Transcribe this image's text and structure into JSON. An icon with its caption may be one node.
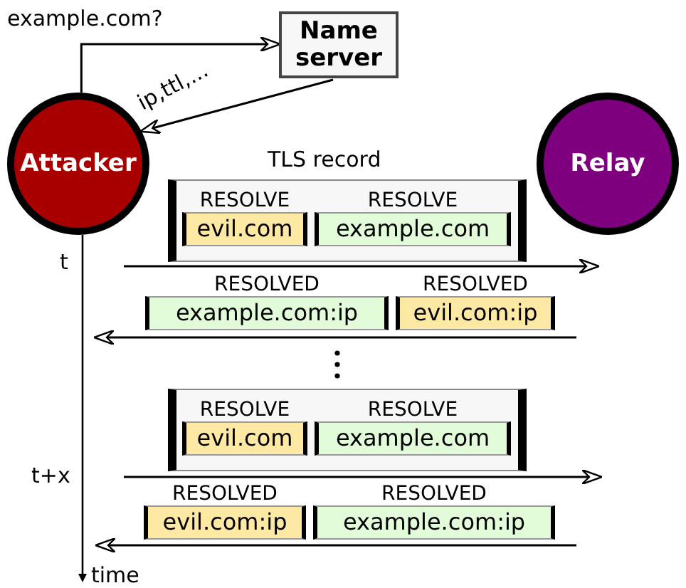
{
  "diagram": {
    "nodes": [
      {
        "text": [
          "Attacker"
        ]
      },
      {
        "text": [
          "Name server"
        ]
      },
      {
        "text": [
          "Relay"
        ]
      },
      {
        "text": [
          "TLS record"
        ]
      },
      {
        "text": [
          "RESOLVE",
          "evil.com"
        ],
        "in": 3
      },
      {
        "text": [
          "RESOLVE",
          "example.com"
        ],
        "in": 3
      },
      {
        "text": [
          "RESOLVED",
          "example.com:ip"
        ]
      },
      {
        "text": [
          "RESOLVED",
          "evil.com:ip"
        ]
      },
      {
        "text": [],
        "shape": "box"
      },
      {
        "text": [
          "RESOLVE",
          "evil.com"
        ],
        "in": 8
      },
      {
        "text": [
          "RESOLVE",
          "example.com"
        ],
        "in": 8
      },
      {
        "text": [
          "RESOLVED",
          "evil.com:ip"
        ]
      },
      {
        "text": [
          "RESOLVED",
          "example.com:ip"
        ]
      }
    ],
    "edges": [
      {
        "from": 0,
        "to": 1,
        "arrow": "to",
        "label": "example.com?"
      },
      {
        "from": 1,
        "to": 0,
        "arrow": "to",
        "label": "ip,ttl,..."
      }
    ],
    "labels": [
      "t",
      "t+x",
      "time"
    ]
  }
}
